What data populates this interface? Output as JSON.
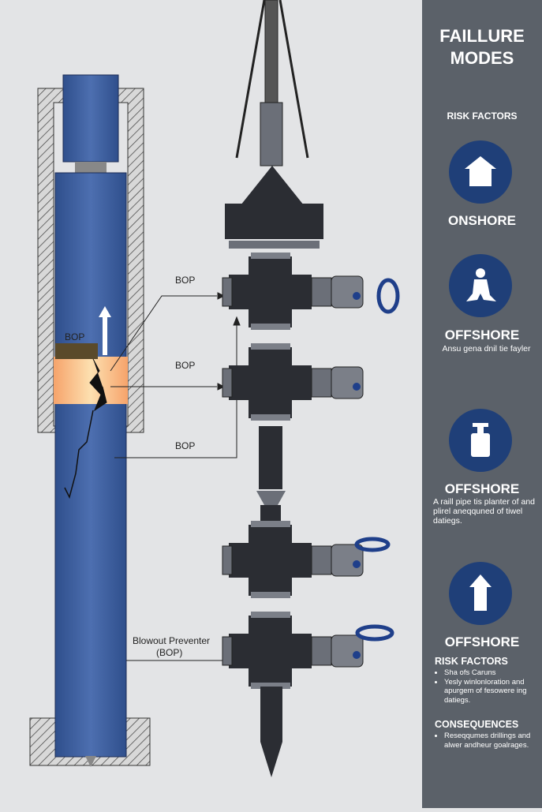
{
  "diagram": {
    "labels": {
      "bop_upper": "BOP",
      "bop_left": "BOP",
      "bop_middle": "BOP",
      "bop_lower": "BOP",
      "blowout_preventer": "Blowout Preventer",
      "blowout_preventer_abbr": "(BOP)"
    },
    "colors": {
      "pipe": "#3d5f9e",
      "stack": "#2b2d33",
      "valve_wheel": "#1f3f8a",
      "background": "#e3e4e6"
    }
  },
  "sidebar": {
    "title_line1": "FAILLURE",
    "title_line2": "MODES",
    "subtitle": "RISK FACTORS",
    "cards": [
      {
        "icon": "house-icon",
        "heading": "ONSHORE"
      },
      {
        "icon": "worker-icon",
        "heading": "OFFSHORE",
        "text": "Ansu gena dnil tie fayler"
      },
      {
        "icon": "valve-icon",
        "heading": "OFFSHORE",
        "text": "A raill pipe tis planter of and plirel aneqquned of tiwel datiegs."
      },
      {
        "icon": "arrow-up-icon",
        "heading": "OFFSHORE"
      }
    ],
    "risk_factors": {
      "heading": "RISK FACTORS",
      "items": [
        "Sha ofs Caruns",
        "Yesly winlonloration and apurgem of fesowere ing datiegs."
      ]
    },
    "consequences": {
      "heading": "CONSEQUENCES",
      "items": [
        "Reseqqumes drillings and alwer andheur goalrages."
      ]
    },
    "colors": {
      "panel": "#5b6169",
      "icon_circle": "#1f3f78"
    }
  }
}
